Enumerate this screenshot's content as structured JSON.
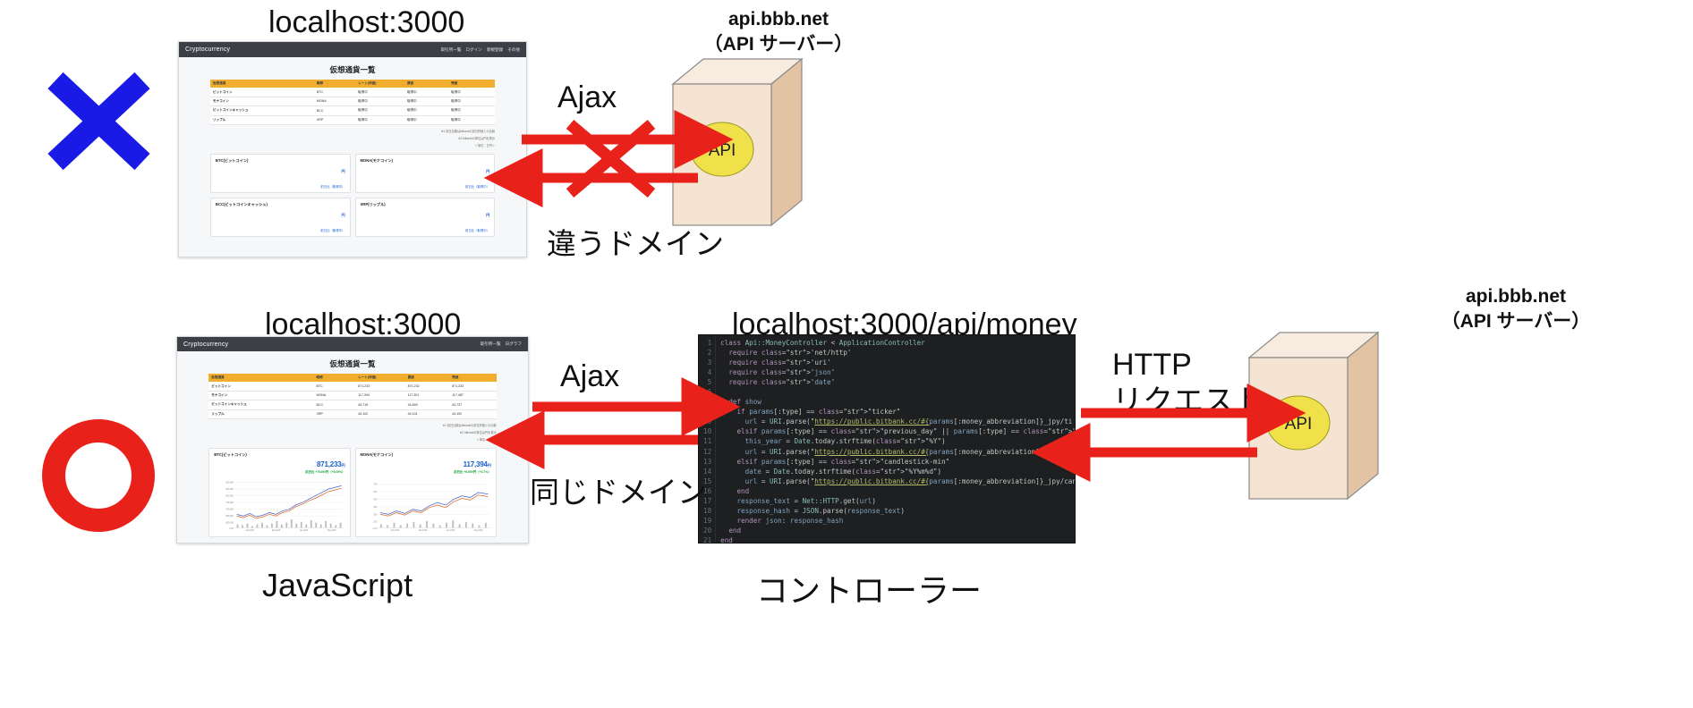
{
  "diagram": {
    "title_top": "localhost:3000",
    "title_bottom": "localhost:3000",
    "api_server_label_line1": "api.bbb.net",
    "api_server_label_line2": "（API サーバー）",
    "api_cube_text": "API",
    "ajax_label_top": "Ajax",
    "ajax_label_bottom": "Ajax",
    "bad_domain_label": "違うドメイン",
    "good_domain_label": "同じドメイン",
    "javascript_label": "JavaScript",
    "controller_label": "コントローラー",
    "controller_url": "localhost:3000/api/money",
    "http_request_line1": "HTTP",
    "http_request_line2": "リクエスト",
    "bad_mark": "✕",
    "good_mark": "○",
    "colors": {
      "arrow_red": "#e8221b",
      "cross_blue": "#1a1ae6",
      "circle_red": "#e8221b",
      "cube_face": "#f2ddc8",
      "cube_side": "#d8b998",
      "cube_top": "#f7ecdf",
      "api_circle": "#f0e04a",
      "table_header": "#f0ad2e",
      "nav_bg": "#3c4046"
    }
  },
  "browser_top": {
    "brand": "Cryptocurrency",
    "nav_links": [
      "取引所一覧",
      "ログイン",
      "新規登録",
      "その他"
    ],
    "page_title": "仮想通貨一覧",
    "table": {
      "headers": [
        "仮想通貨",
        "略称",
        "レート(仲値)",
        "買値",
        "売値"
      ],
      "rows": [
        [
          "ビットコイン",
          "BTC",
          "取得中",
          "取得中",
          "取得中"
        ],
        [
          "モナコイン",
          "MONA",
          "取得中",
          "取得中",
          "取得中"
        ],
        [
          "ビットコインキャッシュ",
          "BCC",
          "取得中",
          "取得中",
          "取得中"
        ],
        [
          "リップル",
          "XRP",
          "取得中",
          "取得中",
          "取得中"
        ]
      ]
    },
    "notes": [
      "※1 前日比欄はbitbankの前日終値との比較",
      "※2 bitbankの単位は円を表示"
    ],
    "unit_note": "＜単位：日円＞",
    "cards": [
      {
        "title": "BTC(ビットコイン)",
        "price": "",
        "yen": "円",
        "delta": "",
        "sub": "前日比（取得中）"
      },
      {
        "title": "MONA(モナコイン)",
        "price": "",
        "yen": "円",
        "delta": "",
        "sub": "前日比（取得中）"
      },
      {
        "title": "BCC(ビットコインキャッシュ)",
        "price": "",
        "yen": "円",
        "delta": "",
        "sub": "前日比（取得中）"
      },
      {
        "title": "XRP(リップル)",
        "price": "",
        "yen": "円",
        "delta": "",
        "sub": "前日比（取得中）"
      }
    ]
  },
  "browser_bottom": {
    "brand": "Cryptocurrency",
    "nav_links": [
      "取引所一覧",
      "日グラフ"
    ],
    "page_title": "仮想通貨一覧",
    "table": {
      "headers": [
        "仮想通貨",
        "略称",
        "レート(仲値)",
        "買値",
        "売値"
      ],
      "rows": [
        [
          "ビットコイン",
          "BTC",
          "871,233",
          "871,232",
          "871,233"
        ],
        [
          "モナコイン",
          "MONA",
          "117,394",
          "117,301",
          "117,487"
        ],
        [
          "ビットコインキャッシュ",
          "BCC",
          "44,715",
          "44,693",
          "44,737"
        ],
        [
          "リップル",
          "XRP",
          "44,102",
          "44,101",
          "44,102"
        ]
      ]
    },
    "notes": [
      "※1 前日比欄はbitbankの前日終値との比較",
      "※2 bitbankの単位は円を表示"
    ],
    "unit_note": "＜単位：日円＞",
    "cards": [
      {
        "title": "BTC(ビットコイン)",
        "price": "871,233",
        "yen": "円",
        "delta": "前日比 +70490円（+8.09%）",
        "sub": ""
      },
      {
        "title": "MONA(モナコイン)",
        "price": "117,394",
        "yen": "円",
        "delta": "前日比 +6.690円（+3.7%）",
        "sub": ""
      }
    ],
    "chart_y_labels_btc": [
      "900,000",
      "850,000",
      "800,000",
      "750,000",
      "700,000",
      "650,000",
      "600,000",
      "0.00"
    ],
    "chart_x_labels_btc": [
      "Feb 2018",
      "Mar 2018",
      "Apr 2018",
      "May 2018"
    ],
    "chart_y_labels_mona": [
      "740",
      "500",
      "400",
      "300",
      "200",
      "100",
      "0.00"
    ],
    "chart_x_labels_mona": [
      "Feb 2018",
      "Mar 2018",
      "Apr 2018",
      "May 2018"
    ]
  },
  "code": {
    "language": "ruby",
    "line_count": 21,
    "lines": [
      {
        "n": 1,
        "text": "class Api::MoneyController < ApplicationController"
      },
      {
        "n": 2,
        "text": "  require 'net/http'"
      },
      {
        "n": 3,
        "text": "  require 'uri'"
      },
      {
        "n": 4,
        "text": "  require 'json'"
      },
      {
        "n": 5,
        "text": "  require 'date'"
      },
      {
        "n": 6,
        "text": ""
      },
      {
        "n": 7,
        "text": "  def show"
      },
      {
        "n": 8,
        "text": "    if params[:type] == \"ticker\""
      },
      {
        "n": 9,
        "text": "      url = URI.parse(\"https://public.bitbank.cc/#{params[:money_abbreviation]}_jpy/ti"
      },
      {
        "n": 10,
        "text": "    elsif params[:type] == \"previous_day\" || params[:type] == \"candlestick-day\""
      },
      {
        "n": 11,
        "text": "      this_year = Date.today.strftime(\"%Y\")"
      },
      {
        "n": 12,
        "text": "      url = URI.parse(\"https://public.bitbank.cc/#{params[:money_abbreviation]}_jpy/ca"
      },
      {
        "n": 13,
        "text": "    elsif params[:type] == \"candlestick-min\""
      },
      {
        "n": 14,
        "text": "      date = Date.today.strftime(\"%Y%m%d\")"
      },
      {
        "n": 15,
        "text": "      url = URI.parse(\"https://public.bitbank.cc/#{params[:money_abbreviation]}_jpy/can"
      },
      {
        "n": 16,
        "text": "    end"
      },
      {
        "n": 17,
        "text": "    response_text = Net::HTTP.get(url)"
      },
      {
        "n": 18,
        "text": "    response_hash = JSON.parse(response_text)"
      },
      {
        "n": 19,
        "text": "    render json: response_hash"
      },
      {
        "n": 20,
        "text": "  end"
      },
      {
        "n": 21,
        "text": "end"
      }
    ]
  }
}
